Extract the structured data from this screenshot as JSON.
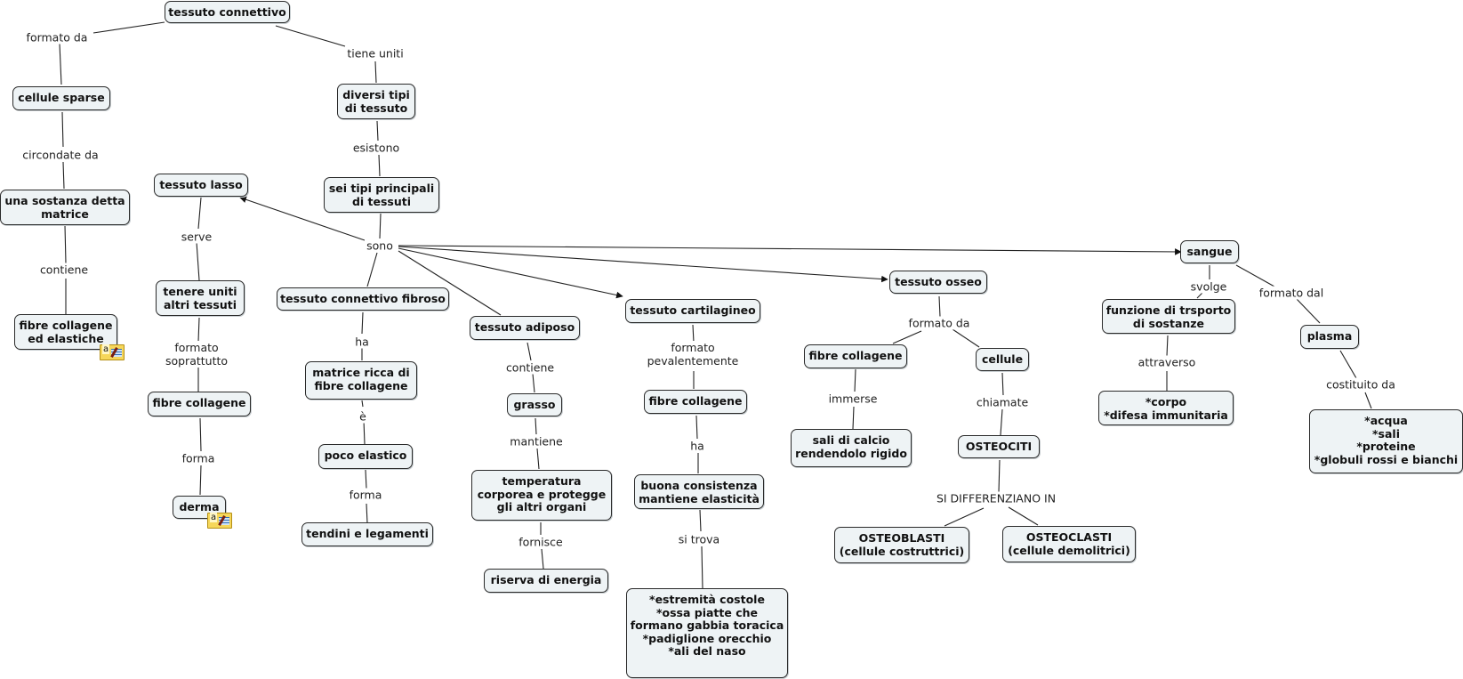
{
  "map_title": "tessuto connettivo",
  "nodes": {
    "tessuto_connettivo": "tessuto connettivo",
    "cellule_sparse": "cellule sparse",
    "sostanza_matrice": "una sostanza detta\nmatrice",
    "fibre_collagene_elastiche": "fibre collagene\ned elastiche",
    "diversi_tipi": "diversi tipi\ndi tessuto",
    "sei_tipi": "sei tipi principali\ndi tessuti",
    "tessuto_lasso": "tessuto lasso",
    "tenere_uniti": "tenere uniti\naltri tessuti",
    "fibre_collagene_lasso": "fibre collagene",
    "derma": "derma",
    "connettivo_fibroso": "tessuto connettivo fibroso",
    "matrice_ricca": "matrice ricca di\nfibre collagene",
    "poco_elastico": "poco elastico",
    "tendini": "tendini e legamenti",
    "tessuto_adiposo": "tessuto adiposo",
    "grasso": "grasso",
    "temperatura": "temperatura\ncorporea e protegge\ngli altri organi",
    "riserva": "riserva di energia",
    "cartilagineo": "tessuto cartilagineo",
    "fibre_collagene_cart": "fibre collagene",
    "buona_consistenza": "buona consistenza\nmantiene elasticità",
    "estremita": "*estremità costole\n*ossa piatte che\nformano gabbia toracica\n*padiglione orecchio\n*ali del naso",
    "osseo": "tessuto osseo",
    "fibre_collagene_osseo": "fibre collagene",
    "sali_calcio": "sali di calcio\nrendendolo rigido",
    "cellule": "cellule",
    "osteociti": "OSTEOCITI",
    "osteoblasti": "OSTEOBLASTI\n(cellule costruttrici)",
    "osteoclasti": "OSTEOCLASTI\n(cellule demolitrici)",
    "sangue": "sangue",
    "funzione_trasporto": "funzione di trsporto\ndi sostanze",
    "corpo_difesa": "*corpo\n*difesa immunitaria",
    "plasma": "plasma",
    "acqua_sali": "*acqua\n*sali\n*proteine\n*globuli rossi e bianchi"
  },
  "links": {
    "formato_da": "formato da",
    "tiene_uniti": "tiene uniti",
    "circondate_da": "circondate da",
    "contiene_1": "contiene",
    "esistono": "esistono",
    "sono": "sono",
    "serve": "serve",
    "formato_soprattutto": "formato\nsoprattutto",
    "forma_1": "forma",
    "ha_1": "ha",
    "e_accent": "è",
    "forma_2": "forma",
    "contiene_2": "contiene",
    "mantiene": "mantiene",
    "fornisce": "fornisce",
    "formato_pevalentemente": "formato\npevalentemente",
    "ha_2": "ha",
    "si_trova": "si trova",
    "formato_da_osseo": "formato da",
    "immerse": "immerse",
    "chiamate": "chiamate",
    "si_differenziano": "SI DIFFERENZIANO IN",
    "svolge": "svolge",
    "formato_dal": "formato dal",
    "attraverso": "attraverso",
    "costituito_da": "costituito da"
  },
  "annotations": {
    "note_icon_label": "a"
  },
  "colors": {
    "node_fill": "#eef3f5",
    "node_border": "#2a2a2a",
    "line": "#222222",
    "note_fill": "#f6d75a"
  }
}
